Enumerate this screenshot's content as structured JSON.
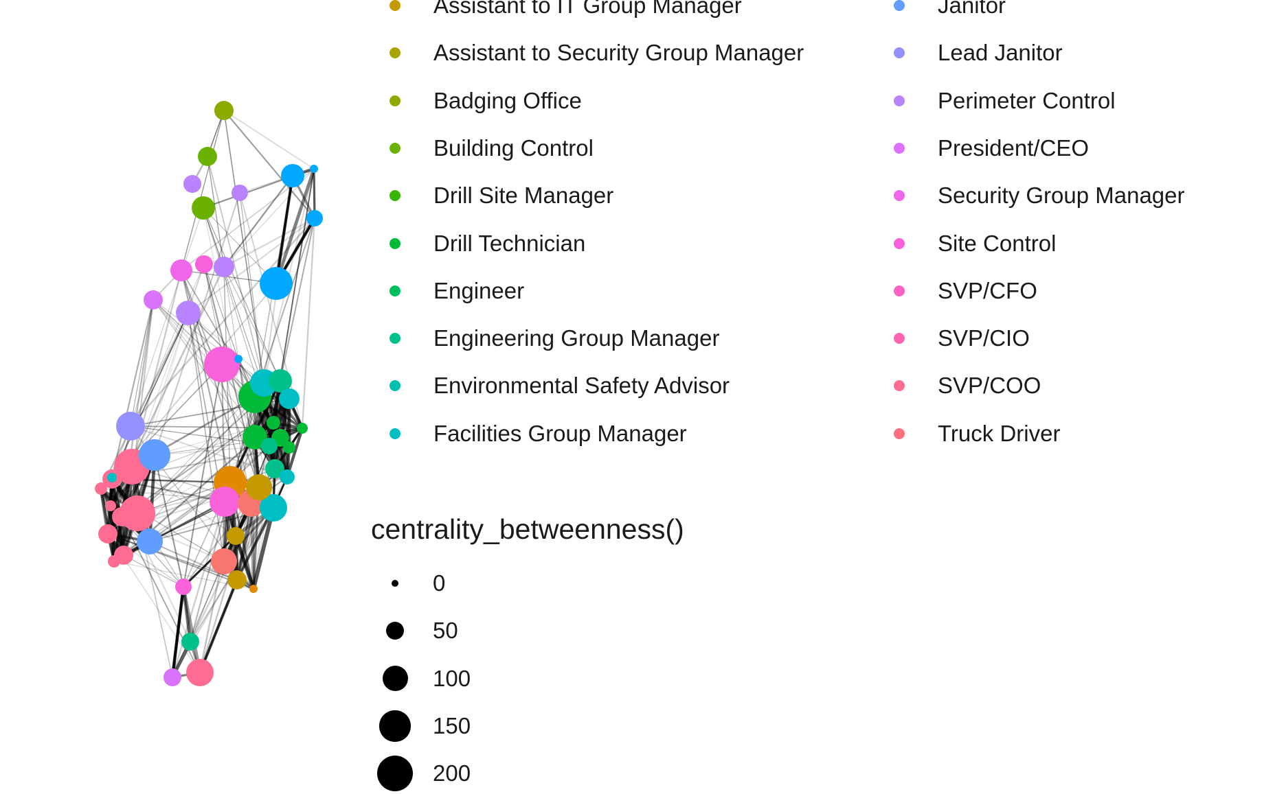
{
  "legend": {
    "colour_entries_col1": [
      {
        "label": "Assistant to IT Group Manager",
        "color": "#C49A00"
      },
      {
        "label": "Assistant to Security Group Manager",
        "color": "#A9A400"
      },
      {
        "label": "Badging Office",
        "color": "#8CAB00"
      },
      {
        "label": "Building Control",
        "color": "#6BB100"
      },
      {
        "label": "Drill Site Manager",
        "color": "#36B600"
      },
      {
        "label": "Drill Technician",
        "color": "#00BA38"
      },
      {
        "label": "Engineer",
        "color": "#00BD5C"
      },
      {
        "label": "Engineering Group Manager",
        "color": "#00C08B"
      },
      {
        "label": "Environmental Safety Advisor",
        "color": "#00C0AF"
      },
      {
        "label": "Facilities Group Manager",
        "color": "#00BFC4"
      }
    ],
    "colour_entries_col2": [
      {
        "label": "Janitor",
        "color": "#619CFF"
      },
      {
        "label": "Lead Janitor",
        "color": "#9590FF"
      },
      {
        "label": "Perimeter Control",
        "color": "#B983FF"
      },
      {
        "label": "President/CEO",
        "color": "#DB72FB"
      },
      {
        "label": "Security Group Manager",
        "color": "#F066EA"
      },
      {
        "label": "Site Control",
        "color": "#FA62DB"
      },
      {
        "label": "SVP/CFO",
        "color": "#FF61C3"
      },
      {
        "label": "SVP/CIO",
        "color": "#FF64B0"
      },
      {
        "label": "SVP/COO",
        "color": "#FF6C91"
      },
      {
        "label": "Truck Driver",
        "color": "#FC717F"
      }
    ],
    "size_title": "centrality_betweenness()",
    "size_entries": [
      {
        "label": "0",
        "value": 0
      },
      {
        "label": "50",
        "value": 50
      },
      {
        "label": "100",
        "value": 100
      },
      {
        "label": "150",
        "value": 150
      },
      {
        "label": "200",
        "value": 200
      }
    ]
  },
  "graph": {
    "node_colors": {
      "olive": "#8CAB00",
      "green": "#6BB100",
      "lavender": "#B983FF",
      "blue": "#00A9FF",
      "magenta": "#FA62DB",
      "pink": "#F066EA",
      "cyan": "#00BFC4",
      "teal": "#00C08B",
      "lime": "#00BA38",
      "orange": "#E38900",
      "gold": "#C49A00",
      "salmon": "#F8766D",
      "rose": "#FF6C91",
      "periwinkle": "#9590FF",
      "skyblue": "#619CFF",
      "purple": "#DB72FB"
    }
  }
}
